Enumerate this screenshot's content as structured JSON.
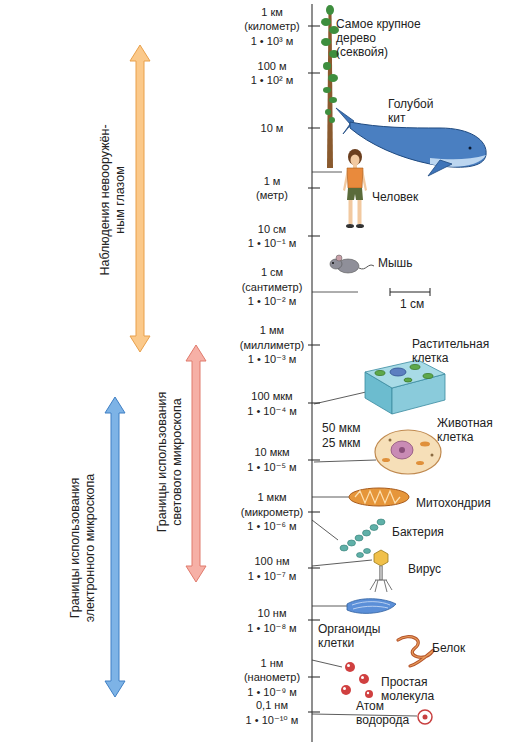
{
  "diagram": {
    "labels": [
      "Наблюдения невооружён- ным глазом",
      "Границы использования светового микроскопа",
      "Границы использования электронного микроскопа",
      "1 км",
      "(километр)",
      "1 • 10³ м",
      "100 м",
      "1 • 10² м",
      "10 м",
      "1 м",
      "(метр)",
      "10 см",
      "1 • 10⁻¹ м",
      "1 см",
      "(сантиметр)",
      "1 • 10⁻² м",
      "1 мм",
      "(миллиметр)",
      "1 • 10⁻³ м",
      "100 мкм",
      "1 • 10⁻⁴ м",
      "10 мкм",
      "1 • 10⁻⁵ м",
      "1 мкм",
      "(микрометр)",
      "1 • 10⁻⁶ м",
      "100 нм",
      "1 • 10⁻⁷ м",
      "10 нм",
      "1 • 10⁻⁸ м",
      "1 нм",
      "(нанометр)",
      "1 • 10⁻⁹ м",
      "0,1 нм",
      "1 • 10⁻¹⁰ м",
      "Самое крупное дерево (секвойя)",
      "Голубой кит",
      "Человек",
      "Мышь",
      "1 см",
      "Растительная клетка",
      "50 мкм",
      "25 мкм",
      "Животная клетка",
      "Митохондрия",
      "Бактерия",
      "Вирус",
      "Органоиды клетки",
      "Белок",
      "Простая молекула",
      "Атом водорода"
    ]
  }
}
